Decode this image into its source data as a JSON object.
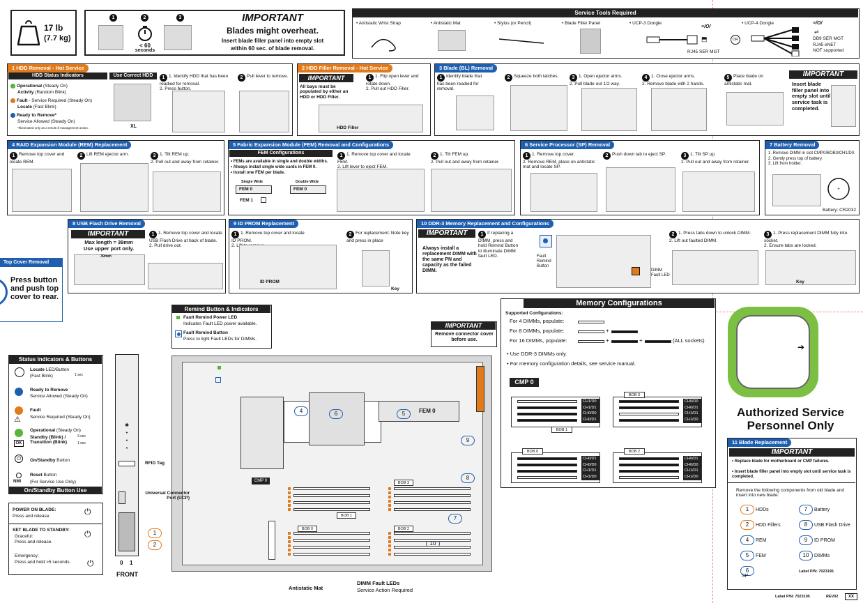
{
  "weight": {
    "lb": "17 lb",
    "kg": "(7.7 kg)"
  },
  "important_top": {
    "title": "IMPORTANT",
    "headline": "Blades might overheat.",
    "line1": "Insert blade filler panel into empty slot",
    "line2": "within 60 sec. of blade removal.",
    "timer": "< 60",
    "timer_unit": "seconds",
    "n1": "1",
    "n2": "2",
    "n3": "3"
  },
  "tools": {
    "title": "Service Tools Required",
    "items": [
      "• Antistatic Wrist Strap",
      "• Antistatic Mat",
      "• Stylus (or Pencil)",
      "• Blade Filler Panel",
      "• UCP-3 Dongle",
      "• UCP-4 Dongle"
    ],
    "ucp3_label": "RJ45 SER MGT",
    "or": "OR",
    "ucp4_labels": [
      "DB9 SER MGT",
      "RJ45 eNET",
      "NOT supported"
    ]
  },
  "s1": {
    "title": "1 HDD Removal - Hot Service",
    "hdr_a": "HDD Status Indicators",
    "hdr_b": "Use Correct HDD",
    "ind": [
      {
        "b": "Operational",
        "t": " (Steady On)"
      },
      {
        "b": "Activity",
        "t": " (Random Blink)"
      },
      {
        "b": "Fault",
        "t": " - Service Required (Steady On)"
      },
      {
        "b": "Locate",
        "t": " (Fast Blink)"
      },
      {
        "b": "Ready to Remove*",
        "t": ""
      },
      {
        "b": "",
        "t": "Service Allowed (Steady On)"
      }
    ],
    "note": "*Illuminated only as a result of management action.",
    "xl": "XL",
    "step1": "1. Identify HDD that has been readied for removal.\n2. Press button.",
    "step2": "Pull lever to remove."
  },
  "s2": {
    "title": "2 HDD Filler Removal - Hot Service",
    "imp": "IMPORTANT",
    "imptext": "All bays must be populated by either an HDD or HDD Filler.",
    "step": "1. Flip open lever and rotate down.\n2. Pull out HDD Filler.",
    "label": "HDD Filler"
  },
  "s3": {
    "title": "3 Blade (BL) Removal",
    "s1": "Identify blade that has been readied for removal.",
    "s2": "Squeeze both latches.",
    "s3": "1. Open ejector arms.\n2. Pull blade out 1/2 way.",
    "s4": "1. Close ejector arms.\n2. Remove blade with 2 hands.",
    "s5": "Place blade on antistatic mat.",
    "imp": "IMPORTANT",
    "imptext": "Insert blade filler panel into empty slot until service task is completed."
  },
  "s4": {
    "title": "4 RAID Expansion Module (REM) Replacement",
    "s1": "Remove top cover and locate REM.",
    "s2": "Lift REM ejector arm.",
    "s3": "1. Tilt REM up.\n2. Pull out and away from retainer."
  },
  "s5": {
    "title": "5 Fabric Expansion Module (FEM) Removal and Configurations",
    "cfg": "FEM Configurations",
    "bullets": [
      "• FEMs are available in single and double widths.",
      "• Always install single wide cards in FEM 0.",
      "• Install one FEM per blade."
    ],
    "single": "Single Wide",
    "double": "Double Wide",
    "fem0": "FEM 0",
    "fem1": "FEM 1",
    "s1": "1. Remove top cover and locate FEM.\n2. Lift lever to eject FEM.",
    "s2": "1. Tilt FEM up.\n2. Pull out and away from retainer."
  },
  "s6": {
    "title": "6 Service Processor (SP) Removal",
    "s1": "1. Remove top cover.\n2. Remove REM, place on antistatic mat and locate SP.",
    "s2": "Push down tab to eject SP.",
    "s3": "1. Tilt SP up.\n2. Pull out and away from retainer."
  },
  "s7": {
    "title": "7 Battery Removal",
    "steps": "1. Remove DIMM in slot CMP0/BOB3/CH1/D0.\n2. Gently press top of battery.\n3. Lift from holder.",
    "battery": "Battery: CR2032"
  },
  "s8": {
    "title": "8 USB Flash Drive Removal",
    "imp": "IMPORTANT",
    "l1": "Max length = 39mm",
    "l2": "Use upper port only.",
    "dim": "39mm",
    "step": "1. Remove top cover and locate USB Flash Drive at back of blade.\n2. Pull drive out."
  },
  "s9": {
    "title": "9 ID PROM Replacement",
    "s1": "1. Remove top cover and locate ID PROM.\n2. Lift to remove.",
    "s2": "For replacement: Note key and press in place",
    "idprom": "ID PROM",
    "key": "Key"
  },
  "s10": {
    "title": "10 DDR-3 Memory Replacement and Configurations",
    "imp": "IMPORTANT",
    "imptext": "Always install a replacement DIMM with the same PN and capacity as the failed DIMM.",
    "s1": "If replacing a DIMM, press and hold Remind Button to illuminate DIMM fault LED.",
    "fault_btn": "Fault Remind Button",
    "dimm_led": "DIMM Fault LED",
    "s2": "1. Press tabs down to unlock DIMM.\n2. Lift out faulted DIMM.",
    "s3": "1. Press replacement DIMM fully into socket.\n2. Ensure tabs are locked.",
    "key": "Key"
  },
  "topcover": {
    "title": "Top Cover Removal",
    "text": "Press button and push top cover to rear."
  },
  "memcfg": {
    "title": "Memory Configurations",
    "supported": "Supported Configurations:",
    "rows": [
      "For 4 DIMMs, populate:",
      "For 8 DIMMs, populate:",
      "For 16 DIMMs, populate:"
    ],
    "all": "(ALL sockets)",
    "b1": "• Use DDR-3 DIMMs only.",
    "b2": "• For memory configuration details, see service manual.",
    "cmp": "CMP 0",
    "bobs": [
      {
        "name": "BOB 0",
        "ch": [
          "CH0/D1",
          "CH0/D0",
          "CH1/D1",
          "CH1/D0"
        ]
      },
      {
        "name": "BOB 1",
        "ch": [
          "CH1/D0",
          "CH1/D1",
          "CH0/D0",
          "CH0/D1"
        ]
      },
      {
        "name": "BOB 2",
        "ch": [
          "CH0/D1",
          "CH0/D0",
          "CH1/D1",
          "CH1/D0"
        ]
      },
      {
        "name": "BOB 3",
        "ch": [
          "CH0/D0",
          "CH0/D1",
          "CH1/D1",
          "CH1/D0"
        ]
      }
    ]
  },
  "remind": {
    "title": "Remind Button & Indicators",
    "l1b": "Fault Remind Power LED",
    "l1t": "Indicates Fault LED power available.",
    "l2b": "Fault Remind Button",
    "l2t": "Press to light Fault LEDs for DIMMs."
  },
  "imp_conn": {
    "title": "IMPORTANT",
    "text": "Remove connector cover before use."
  },
  "board": {
    "cmp0": "CMP 0",
    "fem0": "FEM 0",
    "bob0": "BOB 0",
    "bob1": "BOB 1",
    "bob2": "BOB 2",
    "bob3": "BOB 3",
    "callouts": [
      "4",
      "6",
      "5",
      "9",
      "8",
      "7",
      "10"
    ],
    "antistatic": "Antistatic Mat",
    "dimm_leds": "DIMM Fault LEDs",
    "dimm_leds2": "Service Action Required"
  },
  "status": {
    "title": "Status Indicators & Buttons",
    "items": [
      {
        "b": "Locate",
        "t": " LED/Button",
        "t2": "(Fast Blink)"
      },
      {
        "b": "Ready to Remove",
        "t": "",
        "t2": "Service Allowed (Steady On)"
      },
      {
        "b": "Fault",
        "t": "",
        "t2": "Service Required (Steady On)"
      },
      {
        "b": "Operational",
        "t": " (Steady On)",
        "t2": "Standby (Blink) / Transition (Blink)"
      },
      {
        "b": "On/Standby",
        "t": " Button",
        "t2": ""
      },
      {
        "b": "Reset",
        "t": " Button",
        "t2": "(For Service Use Only)"
      }
    ],
    "ok": "OK",
    "nmi": "NMI",
    "onsb": "On/Standby Button Use",
    "power_on": "POWER ON BLADE:",
    "power_on2": "Press and release.",
    "set": "SET BLADE TO STANDBY:",
    "graceful": "Graceful:",
    "graceful2": "Press and release.",
    "emerg": "Emergency:",
    "emerg2": "Press and hold >5 seconds.",
    "sec1": "1 sec",
    "sec3": "3 sec",
    "front": "FRONT",
    "zero": "0",
    "one": "1",
    "rfid": "RFID Tag",
    "ucp": "Universal Connector Port (UCP)"
  },
  "auth": "Authorized Service Personnel Only",
  "s11": {
    "title": "11 Blade Replacement",
    "imp": "IMPORTANT",
    "b1": "• Replace blade for motherboard or CMP failures.",
    "b2": "• Insert blade filler panel into empty slot until service task is completed.",
    "intro": "Remove the following components from old blade and insert into new blade:",
    "items": [
      {
        "n": "1",
        "t": "HDDs"
      },
      {
        "n": "7",
        "t": "Battery"
      },
      {
        "n": "2",
        "t": "HDD Fillers"
      },
      {
        "n": "8",
        "t": "USB Flash Drive"
      },
      {
        "n": "4",
        "t": "REM"
      },
      {
        "n": "9",
        "t": "ID PROM"
      },
      {
        "n": "5",
        "t": "FEM"
      },
      {
        "n": "10",
        "t": "DIMMs"
      },
      {
        "n": "6",
        "t": "SP"
      }
    ],
    "label": "Label P/N: 7023195"
  },
  "footer": {
    "label": "Label P/N: 7023195",
    "rev": "REV02",
    "xx": "XX"
  }
}
